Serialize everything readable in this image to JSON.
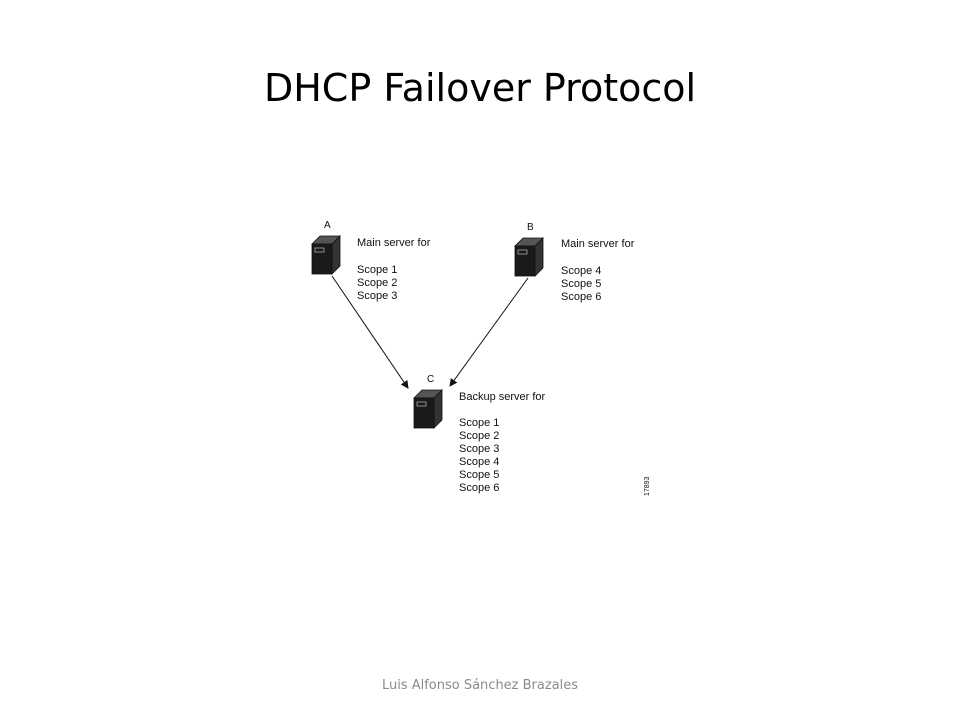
{
  "slide": {
    "title": "DHCP Failover Protocol",
    "footer": "Luis Alfonso Sánchez Brazales"
  },
  "diagram": {
    "figure_id": "17893",
    "nodes": {
      "a": {
        "letter": "A",
        "role": "Main server for",
        "scopes": [
          "Scope 1",
          "Scope 2",
          "Scope 3"
        ],
        "icon": "server-icon"
      },
      "b": {
        "letter": "B",
        "role": "Main server for",
        "scopes": [
          "Scope 4",
          "Scope 5",
          "Scope 6"
        ],
        "icon": "server-icon"
      },
      "c": {
        "letter": "C",
        "role": "Backup server for",
        "scopes": [
          "Scope 1",
          "Scope 2",
          "Scope 3",
          "Scope 4",
          "Scope 5",
          "Scope 6"
        ],
        "icon": "server-icon"
      }
    },
    "edges": [
      {
        "from": "a",
        "to": "c"
      },
      {
        "from": "b",
        "to": "c"
      }
    ],
    "colors": {
      "ink": "#111111",
      "server_body": "#1a1a1a"
    }
  }
}
